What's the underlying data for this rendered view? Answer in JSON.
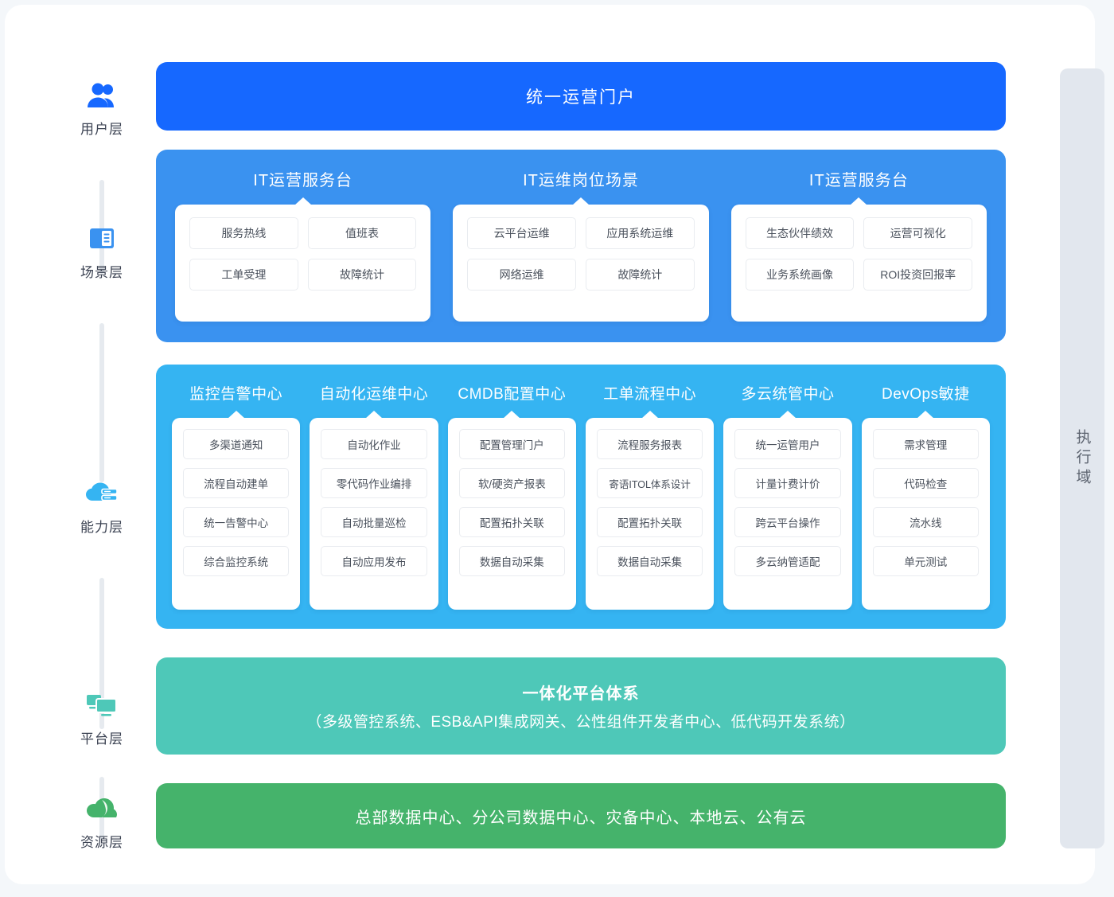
{
  "colors": {
    "portal": "#1668ff",
    "scenario": "#3a92f0",
    "capability": "#35b4f2",
    "platform": "#4ec8b8",
    "resource": "#45b36b",
    "exec_panel": "#e2e7ee",
    "rail_line": "#e6eaef"
  },
  "rail": {
    "items": [
      {
        "label": "用户层",
        "icon": "users-icon",
        "color": "#1668ff"
      },
      {
        "label": "场景层",
        "icon": "document-icon",
        "color": "#3a92f0"
      },
      {
        "label": "能力层",
        "icon": "cloud-server-icon",
        "color": "#35b4f2"
      },
      {
        "label": "平台层",
        "icon": "monitors-icon",
        "color": "#4ec8b8"
      },
      {
        "label": "资源层",
        "icon": "cloud-icon",
        "color": "#45b36b"
      }
    ]
  },
  "portal": {
    "title": "统一运营门户"
  },
  "scenario": {
    "groups": [
      {
        "title": "IT运营服务台",
        "chips": [
          "服务热线",
          "值班表",
          "工单受理",
          "故障统计"
        ]
      },
      {
        "title": "IT运维岗位场景",
        "chips": [
          "云平台运维",
          "应用系统运维",
          "网络运维",
          "故障统计"
        ]
      },
      {
        "title": "IT运营服务台",
        "chips": [
          "生态伙伴绩效",
          "运营可视化",
          "业务系统画像",
          "ROI投资回报率"
        ]
      }
    ]
  },
  "capability": {
    "groups": [
      {
        "title": "监控告警中心",
        "chips": [
          "多渠道通知",
          "流程自动建单",
          "统一告警中心",
          "综合监控系统"
        ]
      },
      {
        "title": "自动化运维中心",
        "chips": [
          "自动化作业",
          "零代码作业编排",
          "自动批量巡检",
          "自动应用发布"
        ]
      },
      {
        "title": "CMDB配置中心",
        "chips": [
          "配置管理门户",
          "软/硬资产报表",
          "配置拓扑关联",
          "数据自动采集"
        ]
      },
      {
        "title": "工单流程中心",
        "chips": [
          "流程服务报表",
          "寄语ITOL体系设计",
          "配置拓扑关联",
          "数据自动采集"
        ]
      },
      {
        "title": "多云统管中心",
        "chips": [
          "统一运管用户",
          "计量计费计价",
          "跨云平台操作",
          "多云纳管适配"
        ]
      },
      {
        "title": "DevOps敏捷",
        "chips": [
          "需求管理",
          "代码检查",
          "流水线",
          "单元测试"
        ]
      }
    ]
  },
  "platform": {
    "title": "一体化平台体系",
    "subtitle": "（多级管控系统、ESB&API集成网关、公性组件开发者中心、低代码开发系统）"
  },
  "resource": {
    "title": "总部数据中心、分公司数据中心、灾备中心、本地云、公有云"
  },
  "exec": {
    "label": "执行域"
  }
}
